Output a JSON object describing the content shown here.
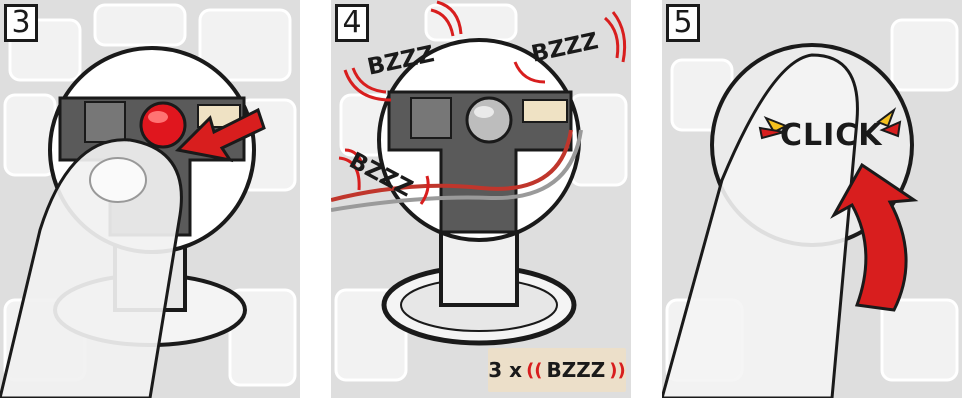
{
  "steps": [
    {
      "number": "3"
    },
    {
      "number": "4"
    },
    {
      "number": "5"
    }
  ],
  "sound_effects": {
    "buzz": "BZZZ",
    "click": "CLICK"
  },
  "caption": {
    "multiplier": "3 x",
    "sound": "BZZZ"
  },
  "colors": {
    "button_red": "#e0161e",
    "arrow_red": "#d81e1e",
    "map_background": "#dcdcdc",
    "caption_background": "#ecdfc9",
    "outline": "#1a1a1a"
  },
  "icons": [
    "finger-press-icon",
    "red-arrow-icon",
    "curved-arrow-icon",
    "sound-wave-icon",
    "click-burst-icon"
  ]
}
